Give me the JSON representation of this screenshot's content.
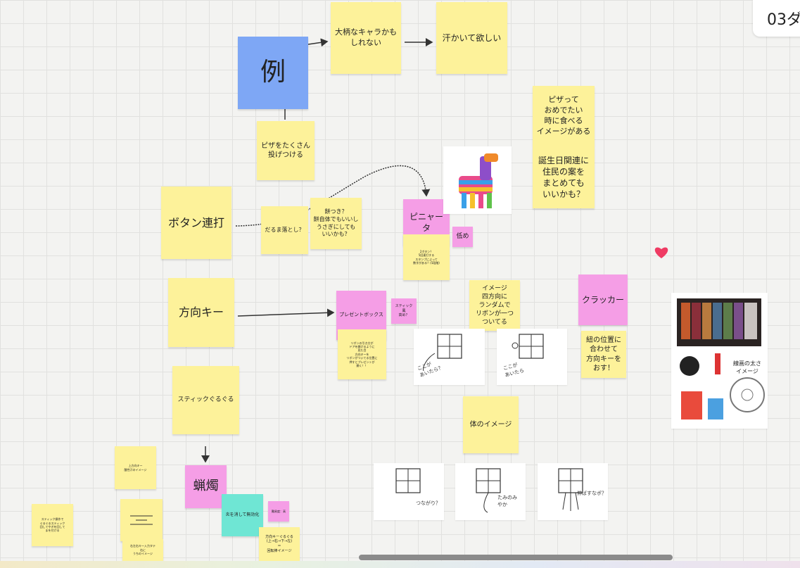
{
  "topright": {
    "label": "03ダ"
  },
  "notes": {
    "example": "例",
    "big_chara": "大柄なキャラかも\nしれない",
    "sweat": "汗かいて欲しい",
    "pizza_throw": "ピザをたくさん\n投げつける",
    "pizza_celebrate": "ピザって\nおめでたい\n時に食べる\nイメージがある",
    "birthday": "誕生日関連に\n住民の案を\nまとめても\nいいかも？",
    "button_mash": "ボタン連打",
    "daruma": "だるま落とし？",
    "mochitsuki": "餅つき？\n餅自体でもいいし\nうさぎにしても\nいいかも？",
    "pinata": "ピニャータ",
    "pinata_desc": "2ボタン？\n5回連打する\nスタンプによって\n数字がある？(5段階)",
    "low": "低め",
    "arrow_keys": "方向キー",
    "present_box": "プレゼントボックス",
    "stick_low": "スティック風\n高め？",
    "present_desc": "リボンの引き方が\nドアを開けるように\n見た目\n方向キーを\nリボンがついてる位置に\n押すとプレゼントが\n開く！！",
    "image_four_dir": "イメージ\n四方向に\nランダムで\nリボンが一つ\nついてる",
    "cracker": "クラッカー",
    "string_pos": "紐の位置に\n合わせて\n方向キーを\nおす！",
    "stick_spin": "スティックぐるぐる",
    "body_image": "体のイメージ",
    "up_arrow": "上方向キー\n酸性汗のイメージ",
    "candle": "蝋燭",
    "blow_out": "炎を消して無効化",
    "difficulty": "難易度：高",
    "arrow_spin": "方向キーぐるぐる\n(上→右→下→左)\n＝\n回転棒イメージ",
    "stick_side": "スティック操作で\nぐるぐるスティック\n回してやぎを回して\nまを付ける",
    "stick_side2": "右左右キー入力タテ\n右に\nうちのイメージ"
  },
  "images": {
    "sketch_boxes": "",
    "sketch1_text": "ここが\nあいたら？",
    "sketch2_text": "ここが\nあいたら",
    "sketch3_text": "つながり？",
    "sketch4_text": "たみのみ\nやか",
    "sketch5_text": "伸ばすなポ？",
    "palette_caption": "線画の太さ\nイメージ"
  },
  "colors": {
    "sticky_yellow": "#fdf29a",
    "sticky_pink": "#f59ee6",
    "sticky_blue": "#7ea7f5",
    "sticky_teal": "#6fe6d4",
    "heart": "#ef3b63"
  }
}
